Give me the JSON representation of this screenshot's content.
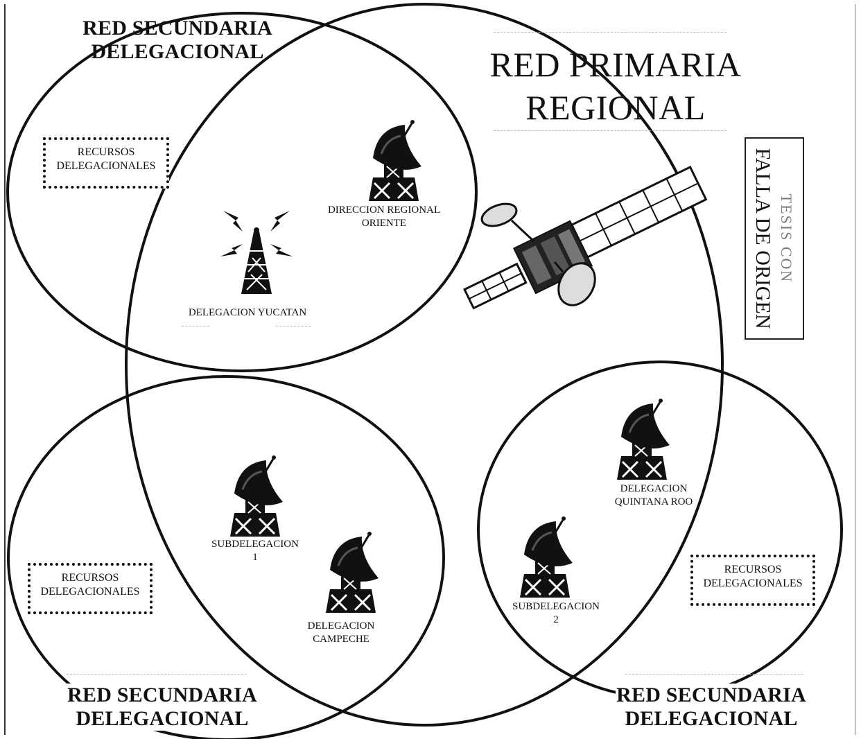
{
  "diagram": {
    "primary_network": {
      "line1": "RED PRIMARIA",
      "line2": "REGIONAL"
    },
    "secondary_networks": [
      {
        "line1": "RED SECUNDARIA",
        "line2": "DELEGACIONAL"
      },
      {
        "line1": "RED SECUNDARIA",
        "line2": "DELEGACIONAL"
      },
      {
        "line1": "RED SECUNDARIA",
        "line2": "DELEGACIONAL"
      }
    ],
    "resource_boxes": [
      {
        "line1": "RECURSOS",
        "line2": "DELEGACIONALES"
      },
      {
        "line1": "RECURSOS",
        "line2": "DELEGACIONALES"
      },
      {
        "line1": "RECURSOS",
        "line2": "DELEGACIONALES"
      }
    ],
    "sites": {
      "regional_direction": {
        "line1": "DIRECCION REGIONAL",
        "line2": "ORIENTE"
      },
      "yucatan": {
        "line1": "DELEGACION YUCATAN"
      },
      "subdelegation_1": {
        "line1": "SUBDELEGACION",
        "line2": "1"
      },
      "campeche": {
        "line1": "DELEGACION",
        "line2": "CAMPECHE"
      },
      "quintana_roo": {
        "line1": "DELEGACION",
        "line2": "QUINTANA ROO"
      },
      "subdelegation_2": {
        "line1": "SUBDELEGACION",
        "line2": "2"
      }
    },
    "stamp": {
      "line1": "TESIS CON",
      "line2": "FALLA DE ORIGEN"
    },
    "icons": [
      "satellite-icon",
      "satellite-dish-icon",
      "radio-tower-icon"
    ]
  }
}
